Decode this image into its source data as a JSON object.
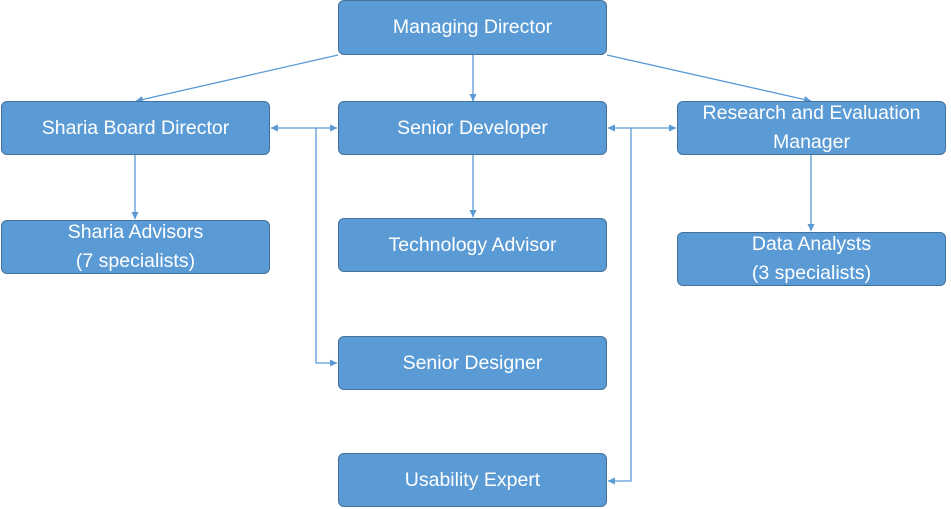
{
  "colors": {
    "box_fill": "#5b9bd5",
    "box_border": "#41719c",
    "connector": "#5b9bd5",
    "text": "#ffffff"
  },
  "nodes": {
    "managing_director": {
      "lines": [
        "Managing Director"
      ]
    },
    "sharia_board_director": {
      "lines": [
        "Sharia Board Director"
      ]
    },
    "senior_developer": {
      "lines": [
        "Senior Developer"
      ]
    },
    "research_manager": {
      "lines": [
        "Research and Evaluation",
        "Manager"
      ]
    },
    "sharia_advisors": {
      "lines": [
        "Sharia Advisors",
        "(7 specialists)"
      ]
    },
    "technology_advisor": {
      "lines": [
        "Technology Advisor"
      ]
    },
    "data_analysts": {
      "lines": [
        "Data Analysts",
        "(3 specialists)"
      ]
    },
    "senior_designer": {
      "lines": [
        "Senior Designer"
      ]
    },
    "usability_expert": {
      "lines": [
        "Usability Expert"
      ]
    }
  },
  "edges": [
    {
      "from": "managing_director",
      "to": "sharia_board_director"
    },
    {
      "from": "managing_director",
      "to": "senior_developer"
    },
    {
      "from": "managing_director",
      "to": "research_manager"
    },
    {
      "from": "sharia_board_director",
      "to": "sharia_advisors"
    },
    {
      "from": "senior_developer",
      "to": "technology_advisor"
    },
    {
      "from": "research_manager",
      "to": "data_analysts"
    },
    {
      "from": "sharia_board_director",
      "to": "senior_developer",
      "bidirectional": true
    },
    {
      "from": "senior_developer",
      "to": "research_manager",
      "bidirectional": true
    },
    {
      "from": "sharia_board_director",
      "to": "senior_designer"
    },
    {
      "from": "research_manager",
      "to": "usability_expert"
    }
  ]
}
